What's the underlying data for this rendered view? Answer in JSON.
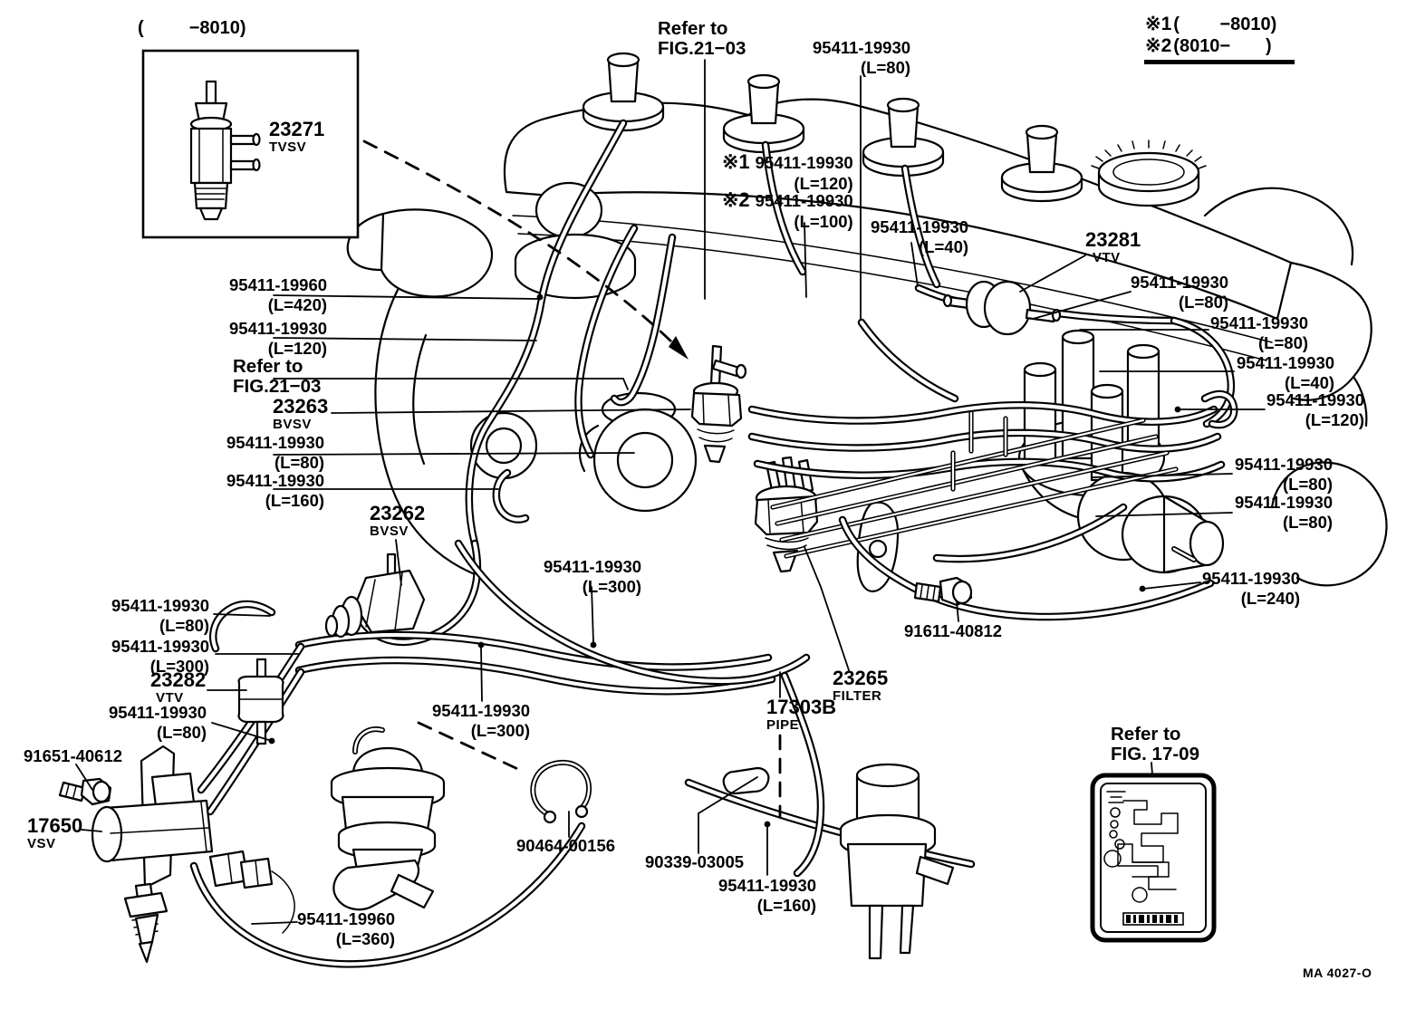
{
  "doc": {
    "code": "MA  4027-O"
  },
  "inset": {
    "range": "(         −8010)",
    "part": "23271",
    "kind": "TVSV"
  },
  "legend": {
    "n1_prefix": "※1",
    "n1_text": "(        −8010)",
    "n2_prefix": "※2",
    "n2_text": "(8010−       )"
  },
  "refs": {
    "top": {
      "l1": "Refer to",
      "l2": "FIG.21−03"
    },
    "left": {
      "l1": "Refer to",
      "l2": "FIG.21−03"
    },
    "fig17": {
      "l1": "Refer to",
      "l2": "FIG. 17-09"
    }
  },
  "callouts": {
    "hose80_top": {
      "part": "95411-19930",
      "len": "(L=80)"
    },
    "hose120_n1": {
      "prefix": "※1",
      "part": "95411-19930",
      "len": "(L=120)"
    },
    "hose100_n2": {
      "prefix": "※2",
      "part": "95411-19930",
      "len": "(L=100)"
    },
    "hose40_top": {
      "part": "95411-19930",
      "len": "(L=40)"
    },
    "vtv23281": {
      "part": "23281",
      "kind": "VTV"
    },
    "hose80_r1": {
      "part": "95411-19930",
      "len": "(L=80)"
    },
    "hose80_r2": {
      "part": "95411-19930",
      "len": "(L=80)"
    },
    "hose40_r": {
      "part": "95411-19930",
      "len": "(L=40)"
    },
    "hose120_r": {
      "part": "95411-19930",
      "len": "(L=120)"
    },
    "hose80_r3": {
      "part": "95411-19930",
      "len": "(L=80)"
    },
    "hose80_r4": {
      "part": "95411-19930",
      "len": "(L=80)"
    },
    "hose240": {
      "part": "95411-19930",
      "len": "(L=240)"
    },
    "hose420": {
      "part": "95411-19960",
      "len": "(L=420)"
    },
    "hose120_l": {
      "part": "95411-19930",
      "len": "(L=120)"
    },
    "bvsv23263": {
      "part": "23263",
      "kind": "BVSV"
    },
    "hose80_l1": {
      "part": "95411-19930",
      "len": "(L=80)"
    },
    "hose160_l": {
      "part": "95411-19930",
      "len": "(L=160)"
    },
    "bvsv23262": {
      "part": "23262",
      "kind": "BVSV"
    },
    "hose80_l2": {
      "part": "95411-19930",
      "len": "(L=80)"
    },
    "hose300_l": {
      "part": "95411-19930",
      "len": "(L=300)"
    },
    "vtv23282": {
      "part": "23282",
      "kind": "VTV"
    },
    "hose80_l3": {
      "part": "95411-19930",
      "len": "(L=80)"
    },
    "bolt91651": {
      "part": "91651-40612"
    },
    "vsv17650": {
      "part": "17650",
      "kind": "VSV"
    },
    "hose300_c1": {
      "part": "95411-19930",
      "len": "(L=300)"
    },
    "hose300_c2": {
      "part": "95411-19930",
      "len": "(L=300)"
    },
    "bolt91611": {
      "part": "91611-40812"
    },
    "filter23265": {
      "part": "23265",
      "kind": "FILTER"
    },
    "pipe17303b": {
      "part": "17303B",
      "kind": "PIPE"
    },
    "clamp90464": {
      "part": "90464-00156"
    },
    "pipe90339": {
      "part": "90339-03005"
    },
    "hose160_c": {
      "part": "95411-19930",
      "len": "(L=160)"
    },
    "hose360": {
      "part": "95411-19960",
      "len": "(L=360)"
    }
  }
}
